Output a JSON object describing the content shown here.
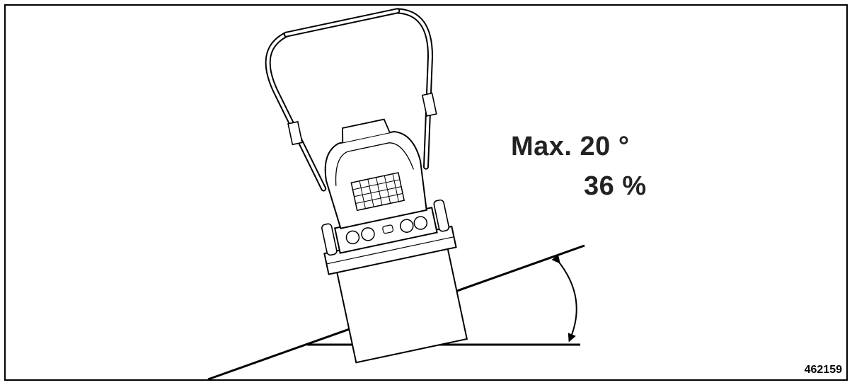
{
  "diagram": {
    "max_angle_label": "Max. 20 °",
    "max_percent_label": "36 %",
    "figure_number": "462159",
    "colors": {
      "line": "#000000",
      "text": "#222222",
      "background": "#ffffff",
      "machine_fill": "#ffffff",
      "machine_shade": "#eaeaea"
    },
    "icons": [
      "slope-line",
      "horizontal-reference-line",
      "angle-arc-arrow",
      "walk-behind-machine"
    ]
  }
}
